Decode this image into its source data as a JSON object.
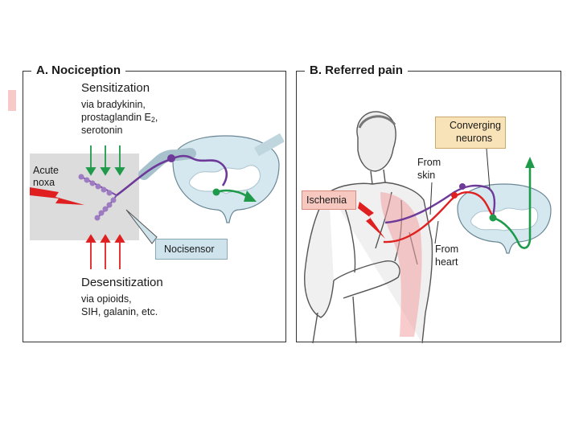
{
  "panel_a": {
    "title": "A.  Nociception",
    "sensitization": {
      "heading": "Sensitization",
      "line1": "via bradykinin,",
      "line2_prefix": "prostaglandin E",
      "line2_sub": "2",
      "line2_suffix": ",",
      "line3": "serotonin"
    },
    "acute": {
      "line1": "Acute",
      "line2": "noxa"
    },
    "nocisensor": "Nocisensor",
    "desensitization": {
      "heading": "Desensitization",
      "line1": "via opioids,",
      "line2": "SIH, galanin, etc."
    }
  },
  "panel_b": {
    "title": "B.  Referred pain",
    "converging": {
      "line1": "Converging",
      "line2": "neurons"
    },
    "from_skin": {
      "line1": "From",
      "line2": "skin"
    },
    "ischemia": "Ischemia",
    "from_heart": {
      "line1": "From",
      "line2": "heart"
    }
  },
  "colors": {
    "gray_box": "#dcdcdc",
    "cord_fill": "#d5e8ef",
    "nerve_purple": "#6e3a9a",
    "pain_red": "#e02020",
    "signal_green": "#1f9a4a",
    "nocisensor_box": "#cfe3ec",
    "converging_box": "#f8e2b8",
    "ischemia_box": "#f6c8c0"
  }
}
